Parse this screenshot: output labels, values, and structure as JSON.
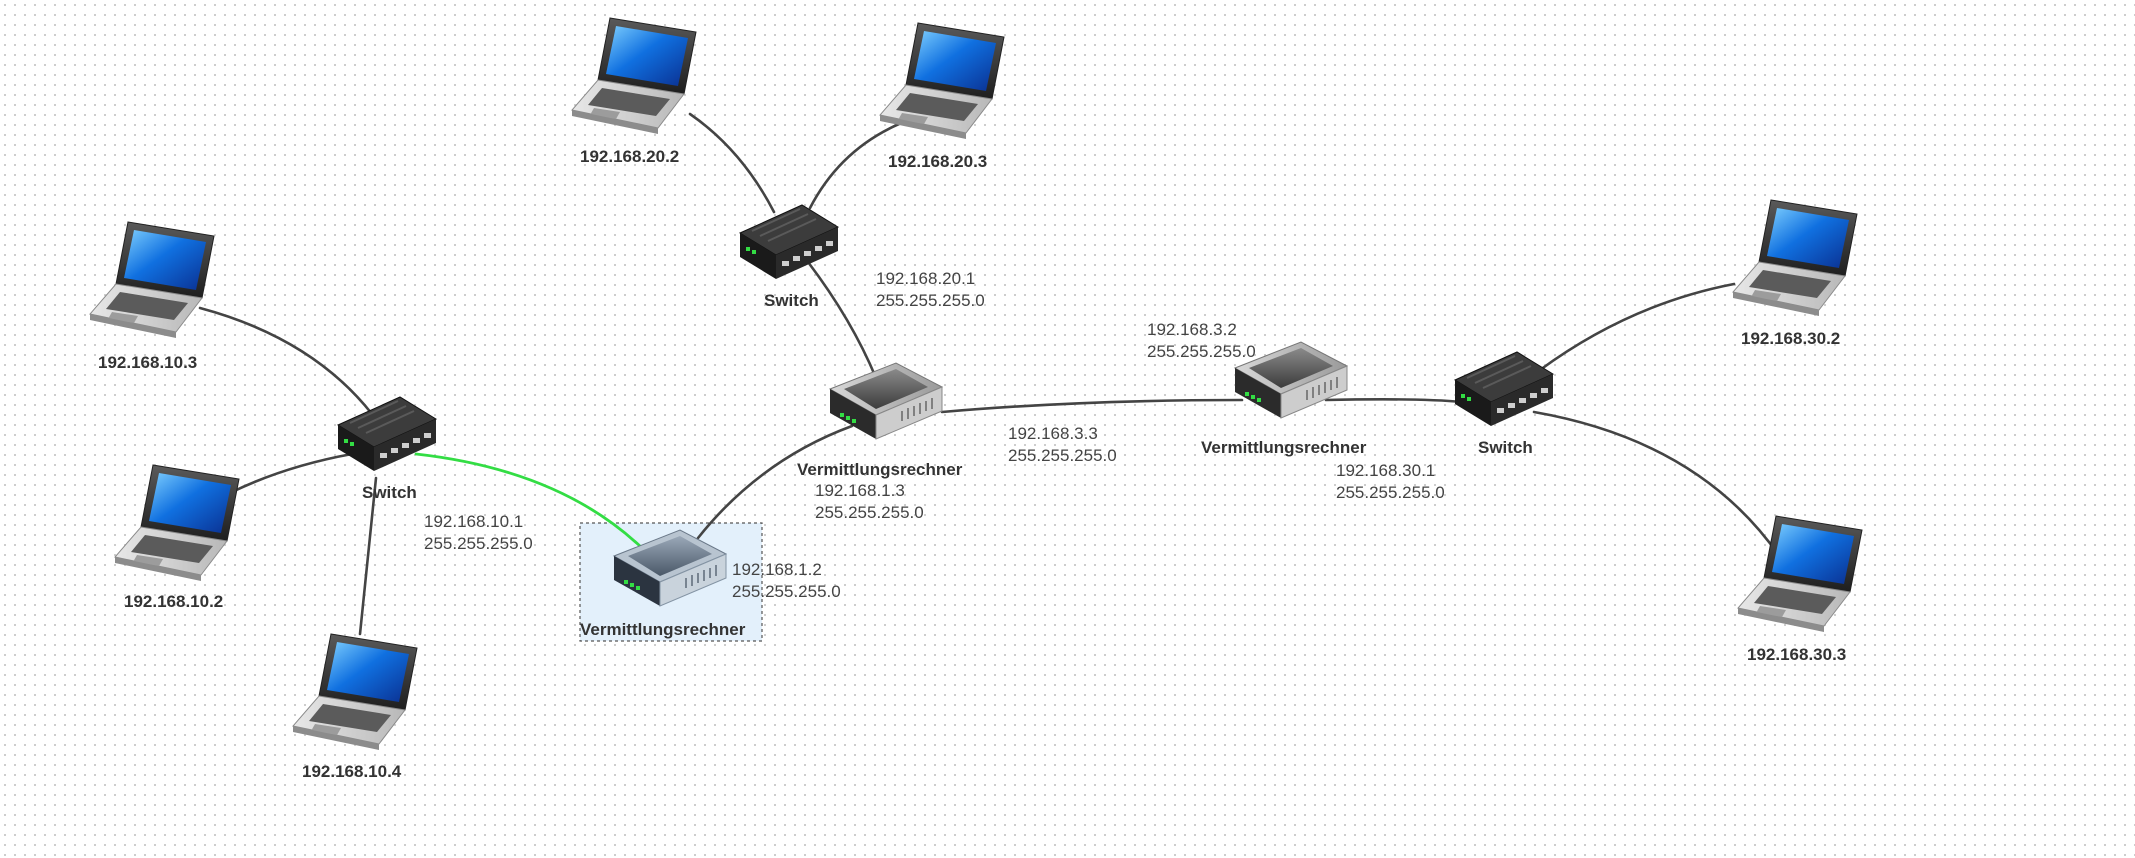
{
  "diagram": {
    "laptops": {
      "l_10_3": "192.168.10.3",
      "l_10_2": "192.168.10.2",
      "l_10_4": "192.168.10.4",
      "l_20_2": "192.168.20.2",
      "l_20_3": "192.168.20.3",
      "l_30_2": "192.168.30.2",
      "l_30_3": "192.168.30.3"
    },
    "switches": {
      "left": "Switch",
      "top": "Switch",
      "right": "Switch"
    },
    "routers": {
      "r1": {
        "label": "Vermittlungsrechner",
        "if_a_ip": "192.168.10.1",
        "if_a_mask": "255.255.255.0",
        "if_b_ip": "192.168.1.2",
        "if_b_mask": "255.255.255.0"
      },
      "r2": {
        "label": "Vermittlungsrechner",
        "if_a_ip": "192.168.20.1",
        "if_a_mask": "255.255.255.0",
        "if_b_ip": "192.168.1.3",
        "if_b_mask": "255.255.255.0",
        "if_c_ip": "192.168.3.3",
        "if_c_mask": "255.255.255.0"
      },
      "r3": {
        "label": "Vermittlungsrechner",
        "if_a_ip": "192.168.3.2",
        "if_a_mask": "255.255.255.0",
        "if_b_ip": "192.168.30.1",
        "if_b_mask": "255.255.255.0"
      }
    },
    "colors": {
      "link": "#444444",
      "active_link": "#33dd44",
      "selection_fill": "#e3f0fb",
      "selection_border": "#555555"
    }
  }
}
